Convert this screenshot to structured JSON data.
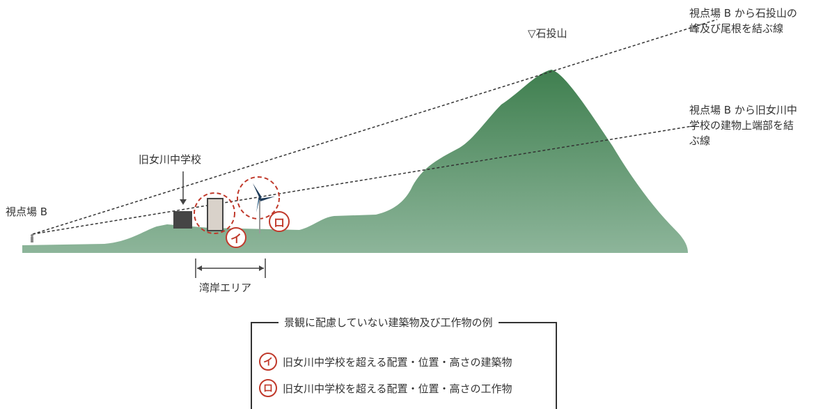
{
  "labels": {
    "viewpoint": "視点場 B",
    "mountain": "▽石投山",
    "line_peak": [
      "視点場 B から石投山の",
      "峰及び尾根を結ぶ線"
    ],
    "line_school": [
      "視点場 B から旧女川中",
      "学校の建物上端部を結",
      "ぶ線"
    ],
    "school": "旧女川中学校",
    "bay_area": "湾岸エリア"
  },
  "markers": {
    "i": "イ",
    "ro": "ロ"
  },
  "legend": {
    "title": "景観に配慮していない建築物及び工作物の例",
    "items": [
      {
        "mark": "イ",
        "text": "旧女川中学校を超える配置・位置・高さの建築物"
      },
      {
        "mark": "ロ",
        "text": "旧女川中学校を超える配置・位置・高さの工作物"
      }
    ]
  },
  "colors": {
    "mountain_top": "#3f7f4f",
    "mountain_bottom": "#8db59a",
    "marker_red": "#c0392b",
    "line_gray": "#333333"
  }
}
